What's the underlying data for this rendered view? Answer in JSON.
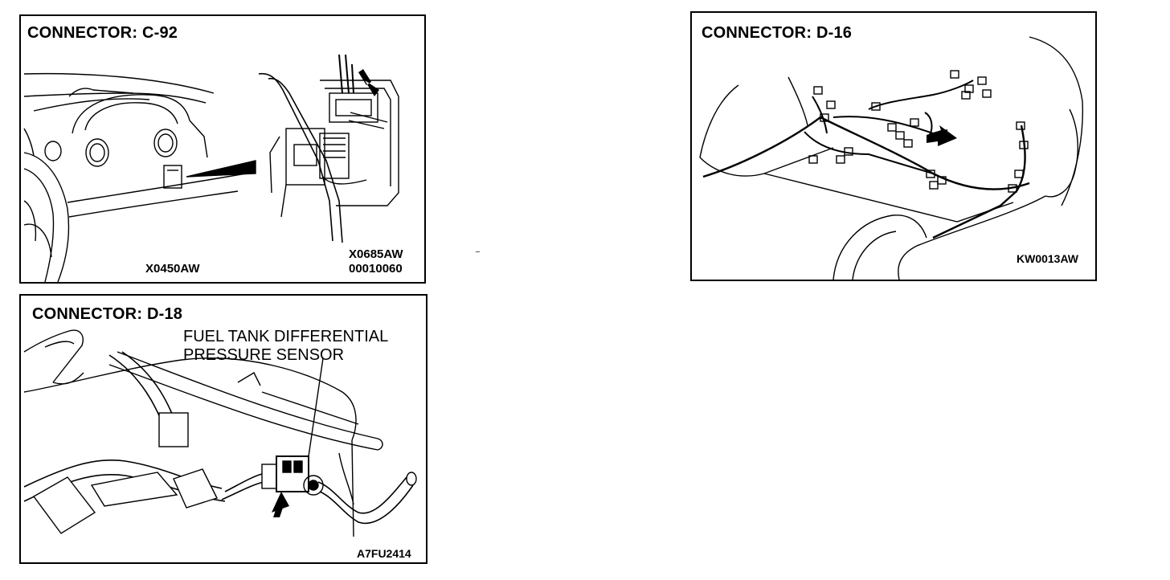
{
  "panels": {
    "c92": {
      "title": "CONNECTOR:  C-92",
      "left_code": "X0450AW",
      "right_code_1": "X0685AW",
      "right_code_2": "00010060"
    },
    "d18": {
      "title": "CONNECTOR:  D-18",
      "callout_line_1": "FUEL TANK DIFFERENTIAL",
      "callout_line_2": "PRESSURE SENSOR",
      "code": "A7FU2414"
    },
    "d16": {
      "title": "CONNECTOR:  D-16",
      "code": "KW0013AW"
    }
  }
}
